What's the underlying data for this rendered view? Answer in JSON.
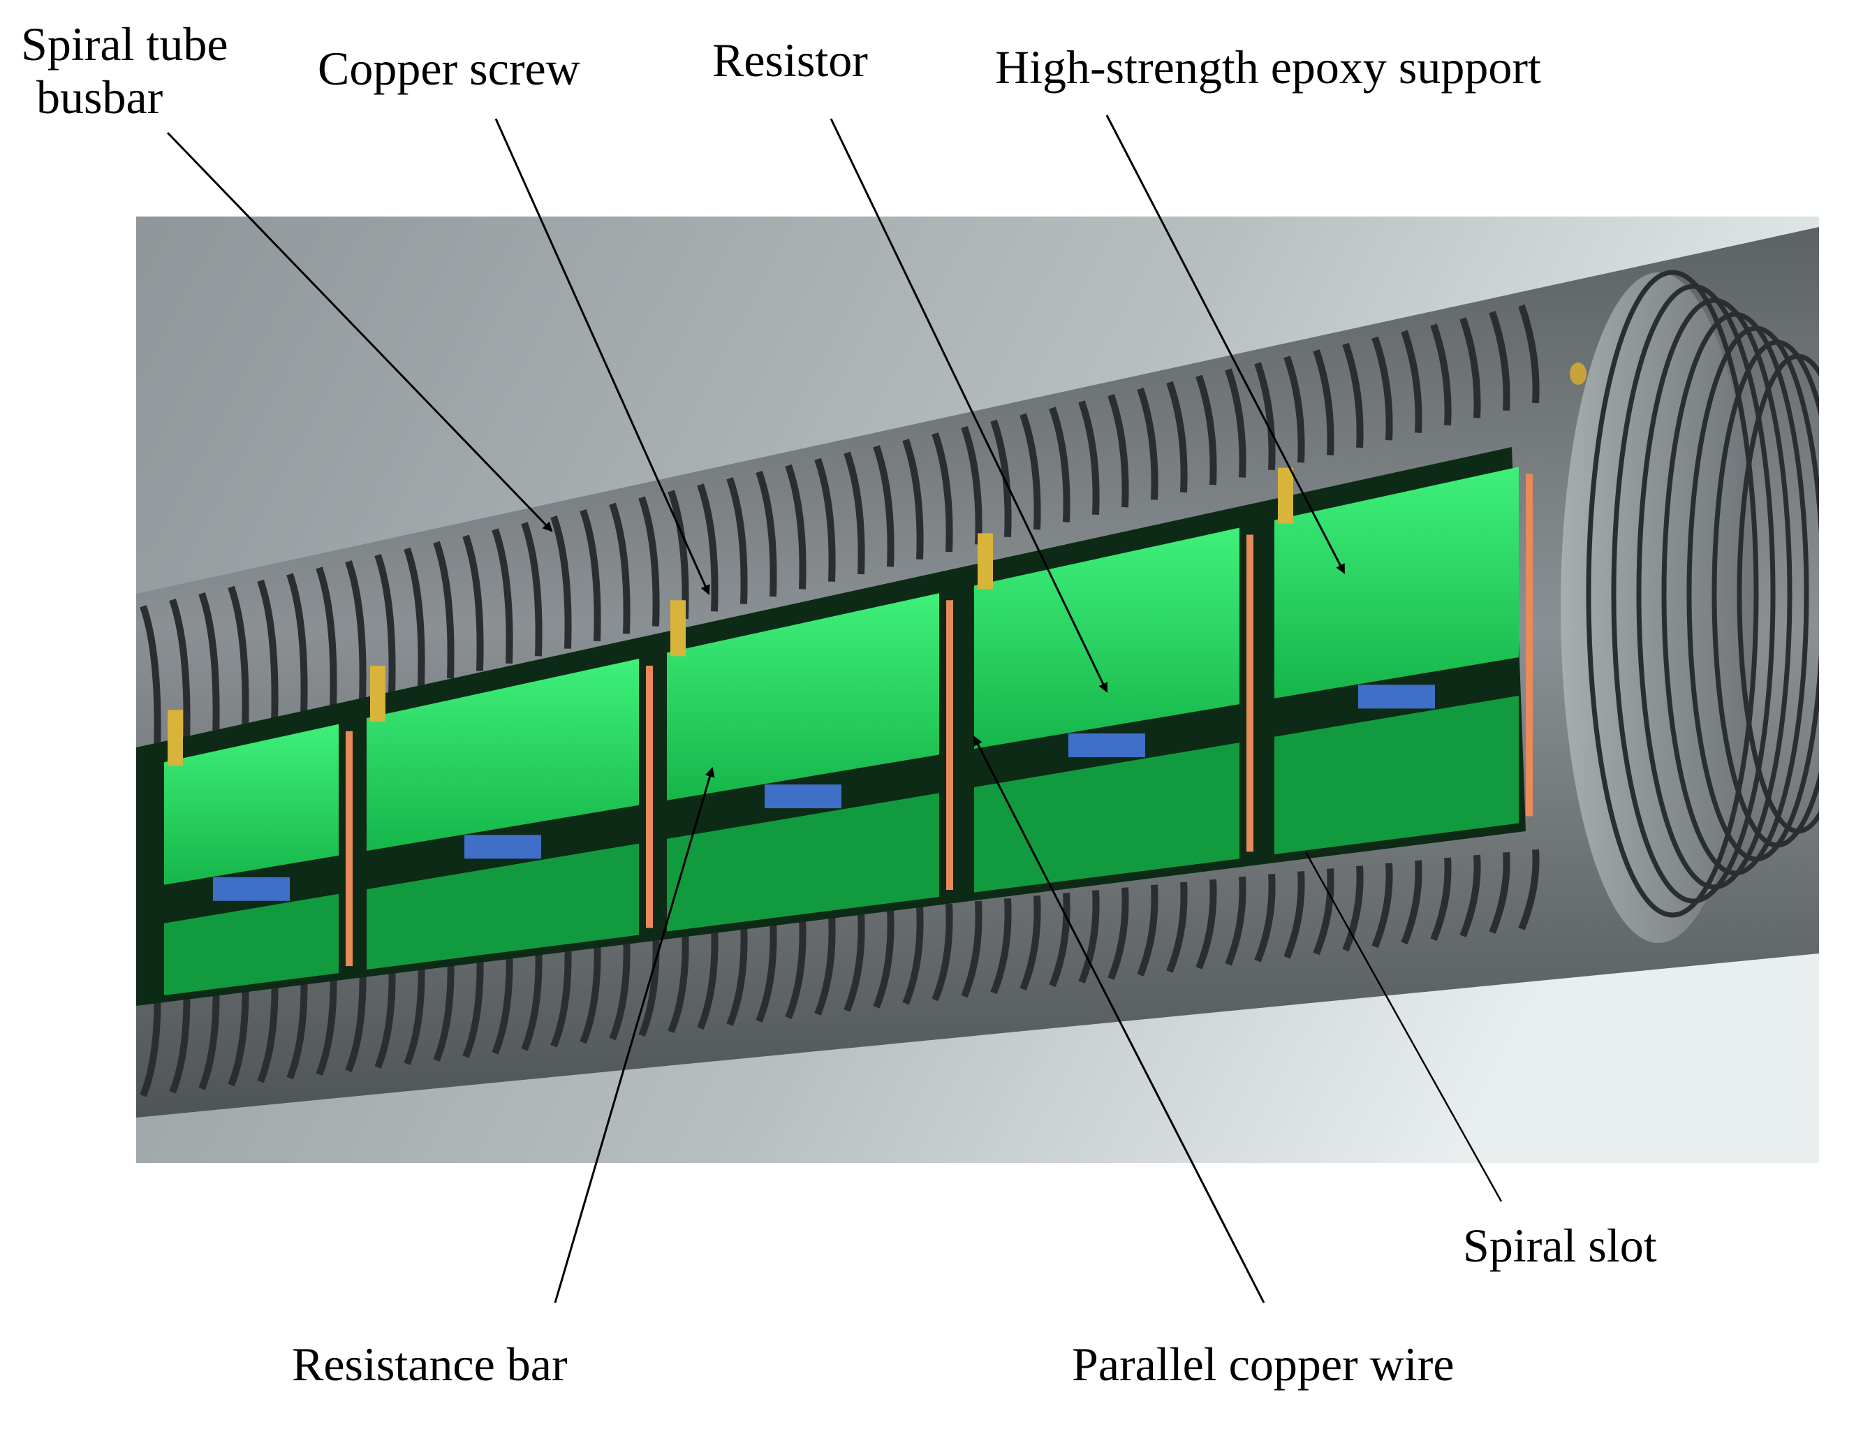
{
  "labels": {
    "spiral_tube_busbar_line1": "Spiral tube",
    "spiral_tube_busbar_line2": "busbar",
    "copper_screw": "Copper screw",
    "resistor": "Resistor",
    "epoxy_support": "High-strength epoxy support",
    "spiral_slot": "Spiral slot",
    "resistance_bar": "Resistance bar",
    "parallel_copper_wire": "Parallel copper wire"
  },
  "colors": {
    "background_light": "#e6ebec",
    "background_dark": "#8d9597",
    "tube_gray": "#6a6f72",
    "slot_dark": "#2b2e30",
    "epoxy_green": "#20d35a",
    "epoxy_green_dark": "#129a3f",
    "resistor_blue": "#3f6fc6",
    "copper_orange": "#e98a5a",
    "screw_gold": "#d8b43a",
    "leader_line": "#000000"
  }
}
